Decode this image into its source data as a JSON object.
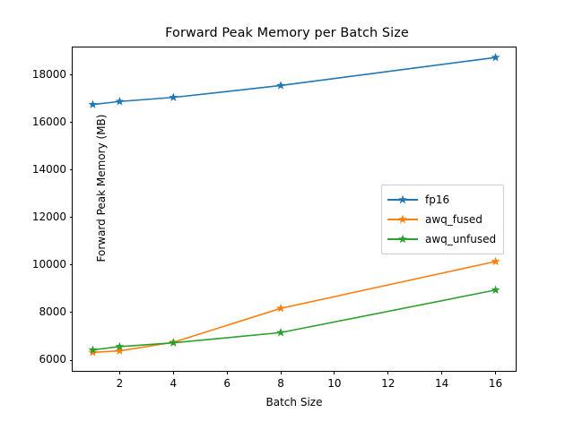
{
  "chart_data": {
    "type": "line",
    "title": "Forward Peak Memory per Batch Size",
    "xlabel": "Batch Size",
    "ylabel": "Forward Peak Memory (MB)",
    "x": [
      1,
      2,
      4,
      8,
      16
    ],
    "xlim": [
      0.25,
      16.75
    ],
    "ylim": [
      5550,
      19150
    ],
    "xticks": [
      2,
      4,
      6,
      8,
      10,
      12,
      14,
      16
    ],
    "yticks": [
      6000,
      8000,
      10000,
      12000,
      14000,
      16000,
      18000
    ],
    "grid": false,
    "legend_position": "center-right",
    "marker": "star",
    "series": [
      {
        "name": "fp16",
        "color": "#1f77b4",
        "values": [
          16750,
          16880,
          17050,
          17550,
          18730
        ]
      },
      {
        "name": "awq_fused",
        "color": "#ff7f0e",
        "values": [
          6330,
          6390,
          6750,
          8180,
          10150
        ]
      },
      {
        "name": "awq_unfused",
        "color": "#2ca02c",
        "values": [
          6430,
          6570,
          6730,
          7160,
          8950
        ]
      }
    ]
  }
}
